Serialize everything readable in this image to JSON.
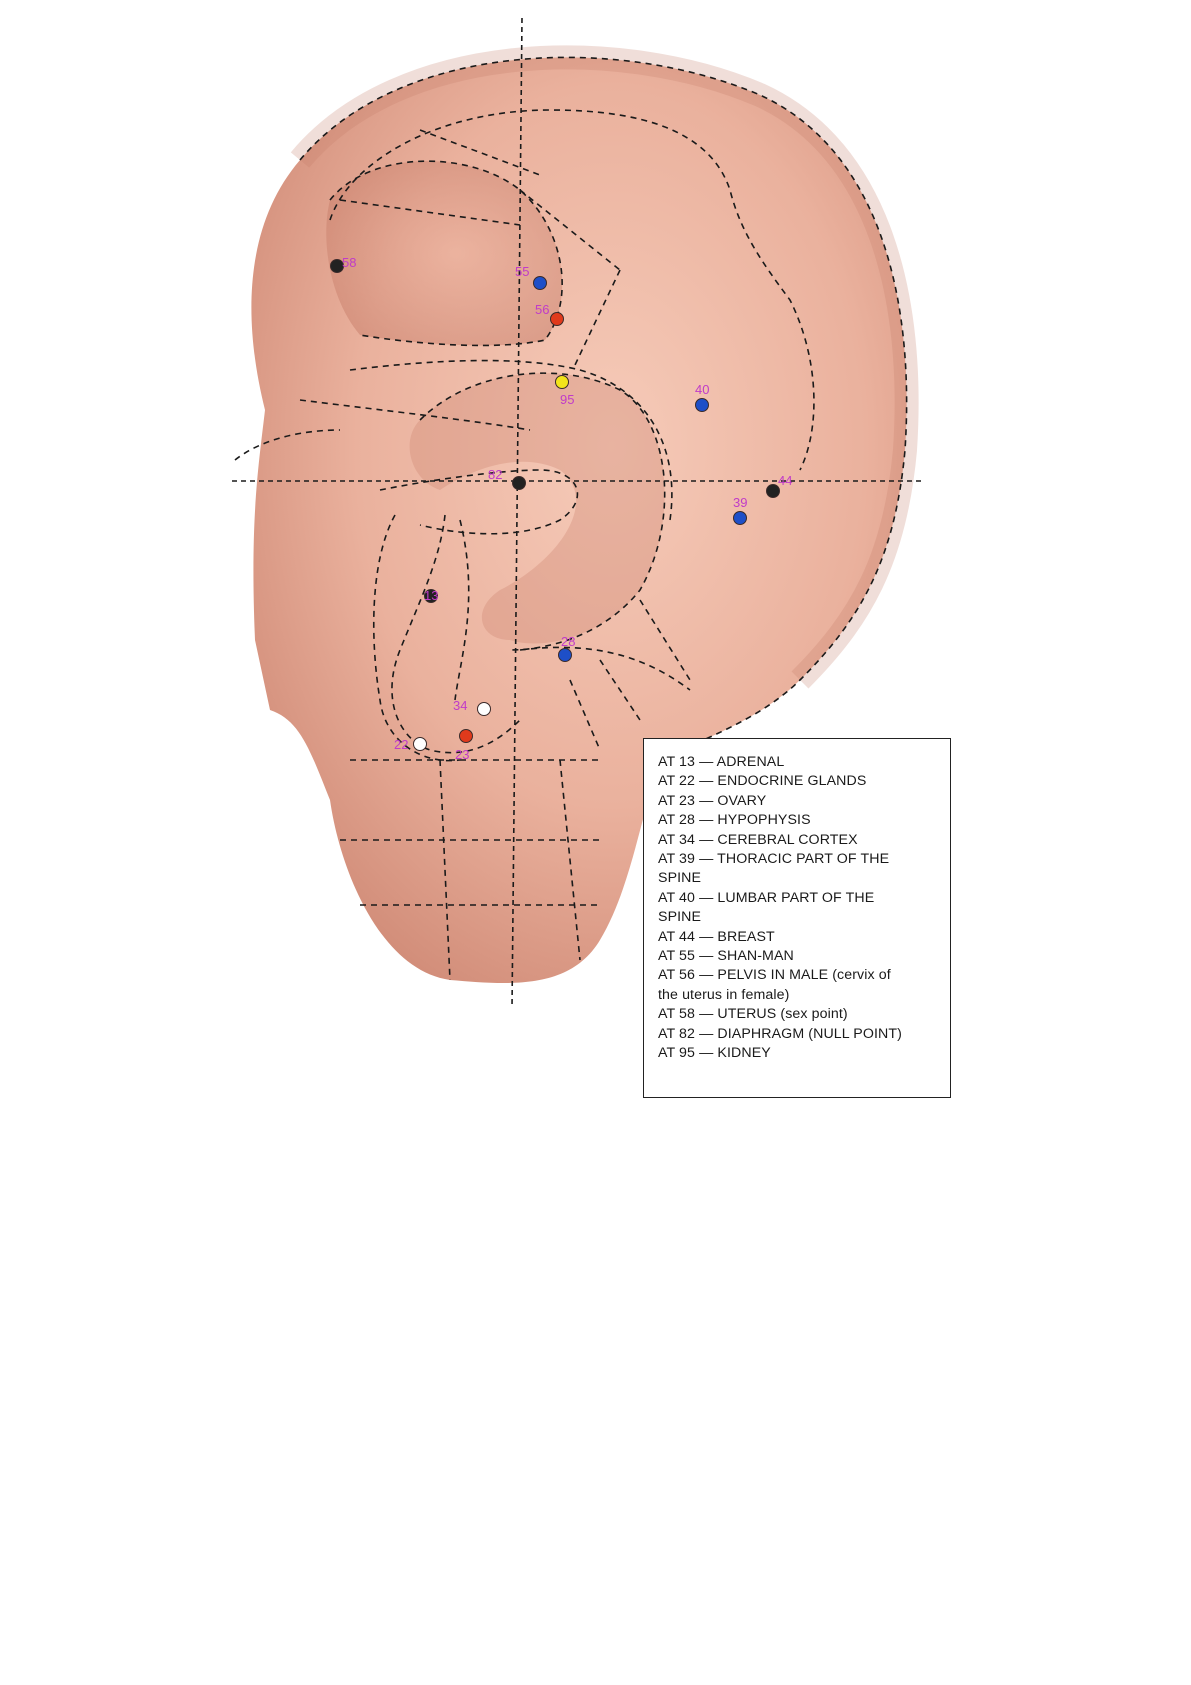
{
  "colors": {
    "background": "#ffffff",
    "skin_light": "#f2c1ae",
    "skin_mid": "#e4a08c",
    "skin_dark": "#c87f6c",
    "guide_lines": "#1a1a1a",
    "label_color": "#c03cc8",
    "point_black": "#222222",
    "point_blue": "#1e4fc8",
    "point_red": "#e03a1c",
    "point_yellow": "#f2e41a",
    "point_white": "#ffffff"
  },
  "points": [
    {
      "id": "13",
      "color": "#222222"
    },
    {
      "id": "22",
      "color": "#ffffff"
    },
    {
      "id": "23",
      "color": "#e03a1c"
    },
    {
      "id": "28",
      "color": "#1e4fc8"
    },
    {
      "id": "34",
      "color": "#ffffff"
    },
    {
      "id": "39",
      "color": "#1e4fc8"
    },
    {
      "id": "40",
      "color": "#1e4fc8"
    },
    {
      "id": "44",
      "color": "#222222"
    },
    {
      "id": "55",
      "color": "#1e4fc8"
    },
    {
      "id": "56",
      "color": "#e03a1c"
    },
    {
      "id": "58",
      "color": "#222222"
    },
    {
      "id": "82",
      "color": "#222222"
    },
    {
      "id": "95",
      "color": "#f2e41a"
    }
  ],
  "legend": [
    "AT 13 — ADRENAL",
    "AT 22 — ENDOCRINE GLANDS",
    "AT 23 — OVARY",
    "AT 28 — HYPOPHYSIS",
    "AT 34 — CEREBRAL CORTEX",
    "AT 39 — THORACIC PART OF THE",
    "SPINE",
    "AT 40 — LUMBAR PART OF THE",
    "SPINE",
    "AT 44 — BREAST",
    "AT 55 — SHAN-MAN",
    "AT 56 — PELVIS IN MALE (cervix of",
    "the uterus in female)",
    "AT 58 — UTERUS (sex point)",
    "AT 82 — DIAPHRAGM (NULL POINT)",
    "AT 95 — KIDNEY"
  ]
}
